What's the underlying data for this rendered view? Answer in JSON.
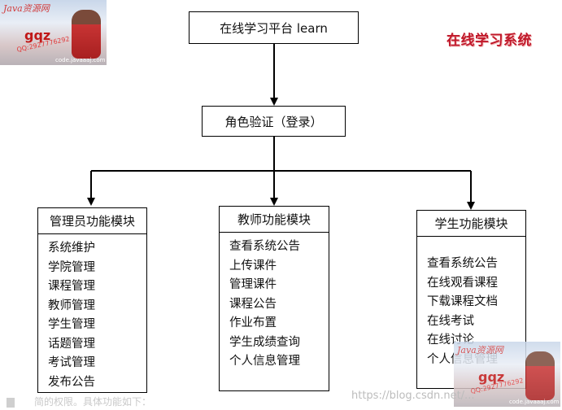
{
  "top_node": {
    "label": "在线学习平台 learn"
  },
  "auth_node": {
    "label": "角色验证（登录）"
  },
  "brand": {
    "label": "在线学习系统",
    "color": "#c0182a"
  },
  "modules": [
    {
      "title": "管理员功能模块",
      "items": [
        "系统维护",
        "学院管理",
        "课程管理",
        "教师管理",
        "学生管理",
        "话题管理",
        "考试管理",
        "发布公告"
      ]
    },
    {
      "title": "教师功能模块",
      "items": [
        "查看系统公告",
        "上传课件",
        "管理课件",
        "课程公告",
        "作业布置",
        "学生成绩查询",
        "个人信息管理"
      ]
    },
    {
      "title": "学生功能模块",
      "items": [
        "查看系统公告",
        "在线观看课程",
        "下载课程文档",
        "在线考试",
        "在线讨论",
        "个人信息管理"
      ]
    }
  ],
  "watermark": {
    "site": "Java资源网",
    "logo": "gqz",
    "qq": "QQ:2927776292",
    "url": "code.javaaaj.com"
  },
  "footer": {
    "note": "简的权限。具体功能如下：",
    "blog": "https://blog.csdn.net/..."
  }
}
